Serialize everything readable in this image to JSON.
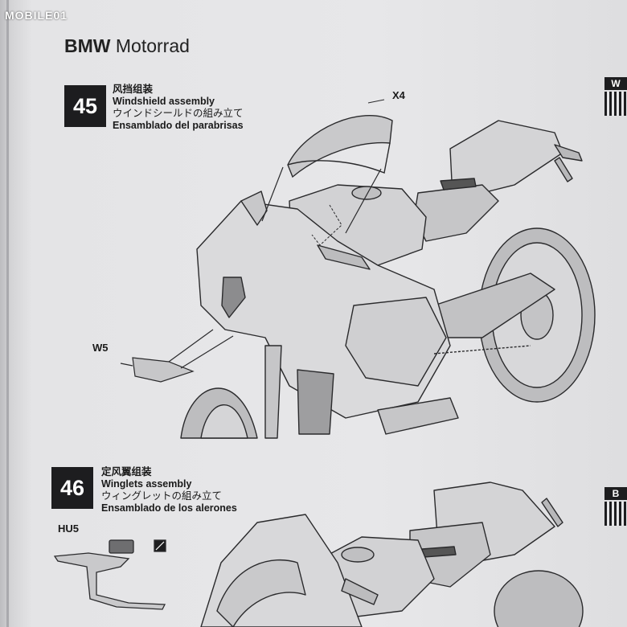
{
  "watermark": "MOBILE01",
  "header": {
    "brand_bold": "BMW",
    "brand_rest": "Motorrad"
  },
  "steps": [
    {
      "number": "45",
      "title_cn": "风挡组装",
      "title_en": "Windshield assembly",
      "title_jp": "ウインドシールドの組み立て",
      "title_es": "Ensamblado del parabrisas"
    },
    {
      "number": "46",
      "title_cn": "定风翼组装",
      "title_en": "Winglets assembly",
      "title_jp": "ウィングレットの組み立て",
      "title_es": "Ensamblado de los alerones"
    }
  ],
  "part_labels": {
    "windshield": "X4",
    "winglet": "W5",
    "winglet_set": "HU5"
  },
  "side_tabs": {
    "top": "W",
    "bottom": "B"
  },
  "colors": {
    "page": "#e6e6e8",
    "ink": "#1d1d1f",
    "part_fill": "#c9c9cb",
    "highlight_fill": "#d6d6d8"
  }
}
